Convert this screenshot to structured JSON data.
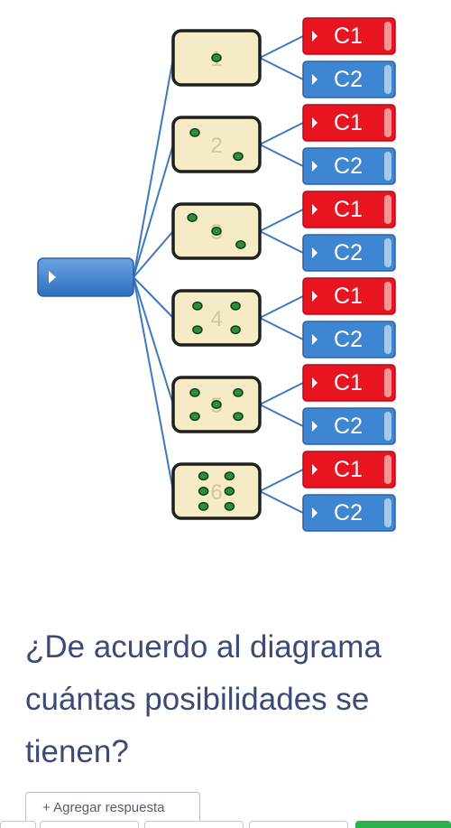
{
  "diagram": {
    "dice": [
      {
        "face": 1,
        "number_label": "1",
        "branches": [
          "C1",
          "C2"
        ]
      },
      {
        "face": 2,
        "number_label": "2",
        "branches": [
          "C1",
          "C2"
        ]
      },
      {
        "face": 3,
        "number_label": "3",
        "branches": [
          "C1",
          "C2"
        ]
      },
      {
        "face": 4,
        "number_label": "4",
        "branches": [
          "C1",
          "C2"
        ]
      },
      {
        "face": 5,
        "number_label": "5",
        "branches": [
          "C1",
          "C2"
        ]
      },
      {
        "face": 6,
        "number_label": "6",
        "branches": [
          "C1",
          "C2"
        ]
      }
    ],
    "colors": {
      "c1": "#e8141f",
      "c2": "#3f86d2",
      "die_fill": "#f5ebc5",
      "pip": "#2d8e3a",
      "line": "#3d78bd",
      "root": "#3f86d2"
    }
  },
  "question": {
    "text": "¿De acuerdo al diagrama cuántas posibilidades se tienen?"
  },
  "add_answer": {
    "label": "+ Agregar respuesta"
  }
}
